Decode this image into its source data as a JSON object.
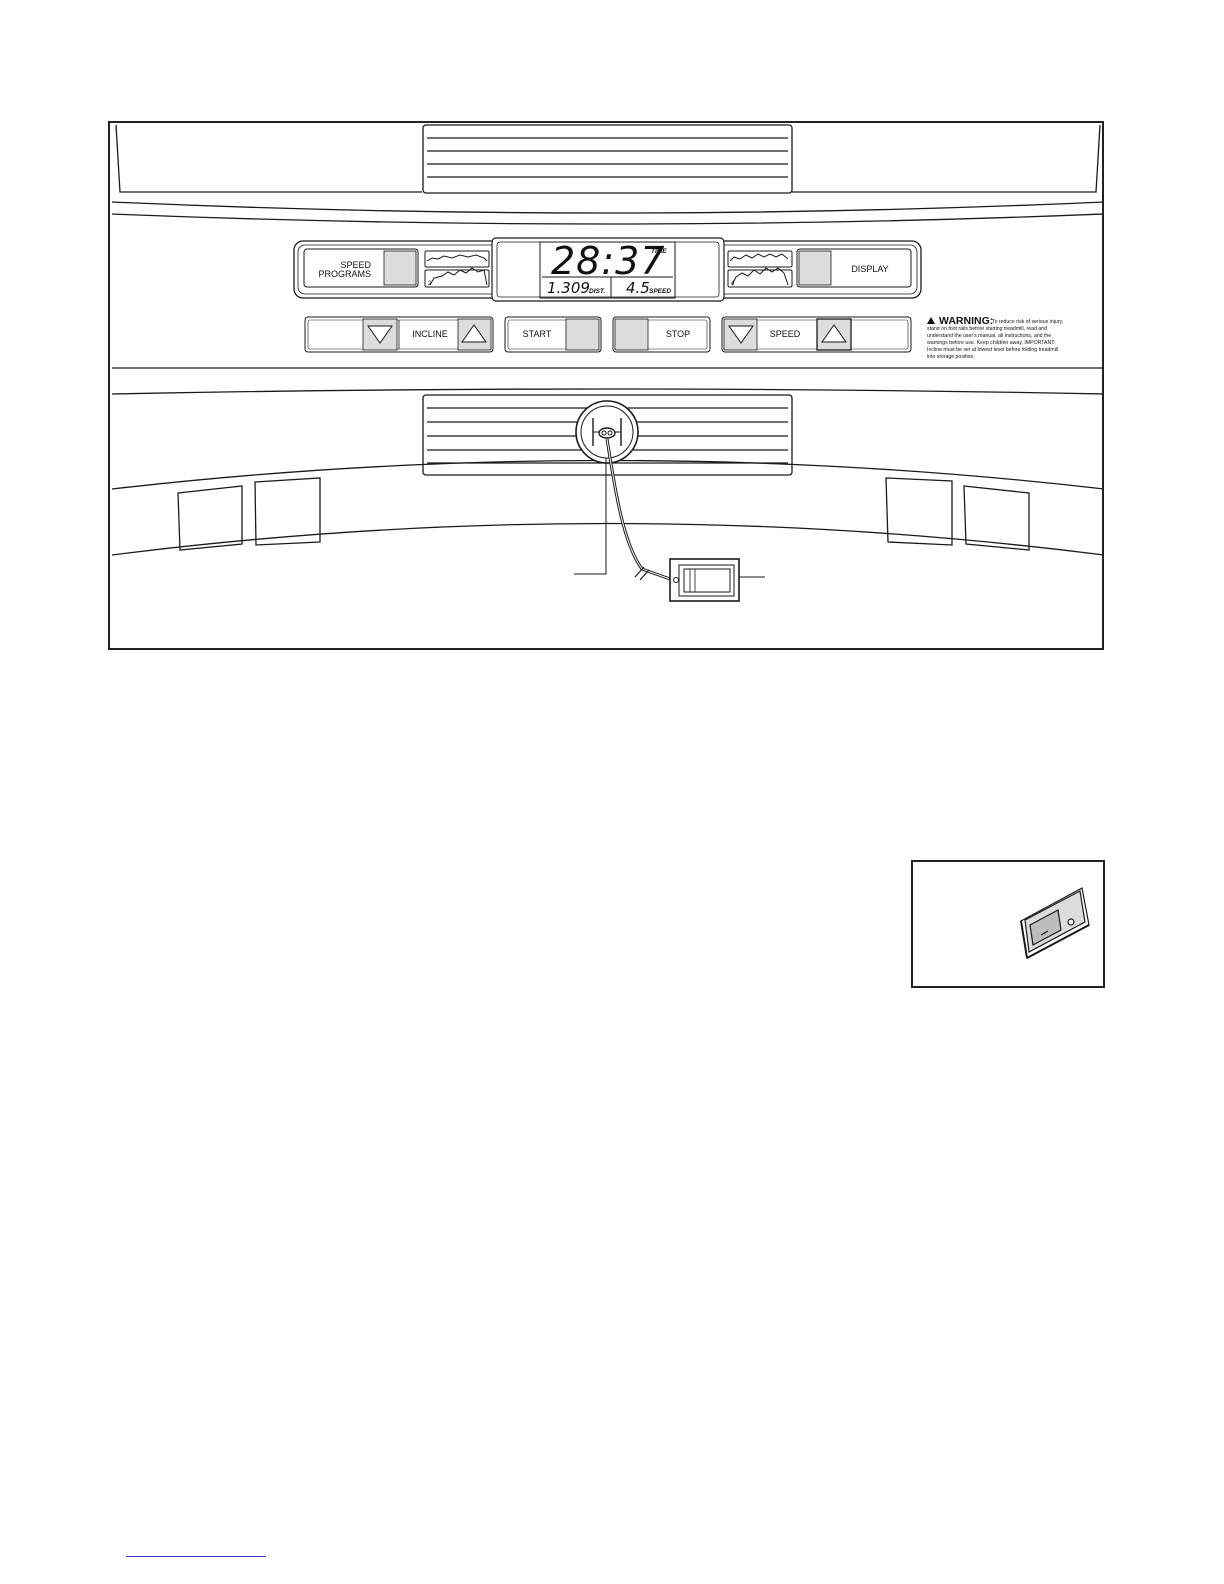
{
  "console": {
    "speed_programs_line1": "SPEED",
    "speed_programs_line2": "PROGRAMS",
    "display_label": "DISPLAY",
    "incline_label": "INCLINE",
    "start_label": "START",
    "stop_label": "STOP",
    "speed_label": "SPEED",
    "profile_numbers": [
      "2",
      "4"
    ],
    "lcd": {
      "time_value": "28:37",
      "time_caption": "TIME",
      "distance_value": "1.309",
      "distance_caption": "DIST.",
      "speed_value": "4.5",
      "speed_caption": "SPEED"
    },
    "warning": {
      "title": "WARNING:",
      "lines": [
        "To reduce risk of serious injury,",
        "stand on foot rails before starting treadmill, read and",
        "understand the user's manual, all instructions, and the",
        "warnings before use. Keep children away. IMPORTANT:",
        "Incline must be set at lowest level before folding treadmill",
        "into storage position."
      ]
    }
  },
  "colors": {
    "button_fill": "#dcdcdc",
    "line": "#1a1a1a",
    "link_underline": "#3a3ac0"
  }
}
